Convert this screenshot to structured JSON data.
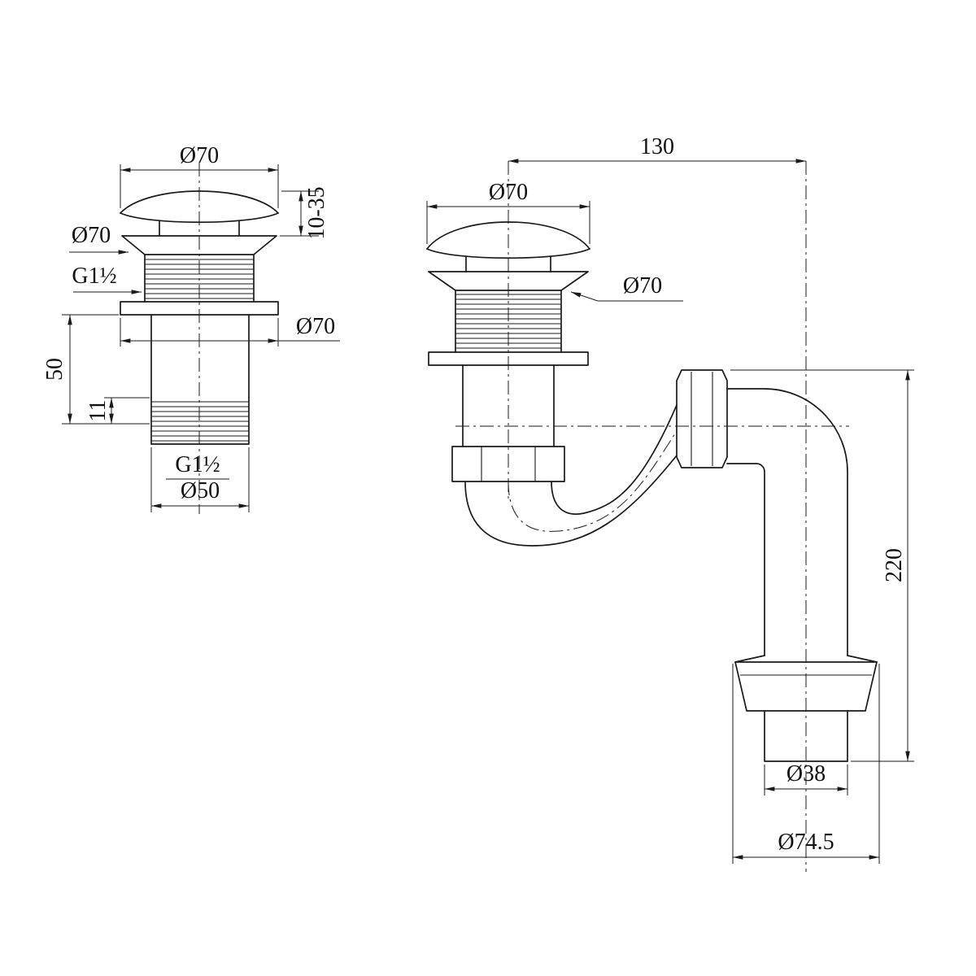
{
  "drawing": {
    "background_color": "#ffffff",
    "line_color": "#1a1a1a",
    "left_view": {
      "description": "pop-up waste front view",
      "dims": {
        "cap_diameter": "Ø70",
        "cap_travel": "10-35",
        "flange_diameter": "Ø70",
        "thread_spec_top": "G1½",
        "body_flange_diameter": "Ø70",
        "body_length": "50",
        "thread_exposed_length": "11",
        "thread_spec_bottom": "G1½",
        "tail_diameter": "Ø50"
      }
    },
    "right_view": {
      "description": "pop-up waste with bottle trap side view",
      "dims": {
        "horizontal_offset": "130",
        "cap_diameter": "Ø70",
        "flange_diameter": "Ø70",
        "overall_height": "220",
        "outlet_diameter": "Ø38",
        "trap_flange_diameter": "Ø74.5"
      }
    }
  }
}
